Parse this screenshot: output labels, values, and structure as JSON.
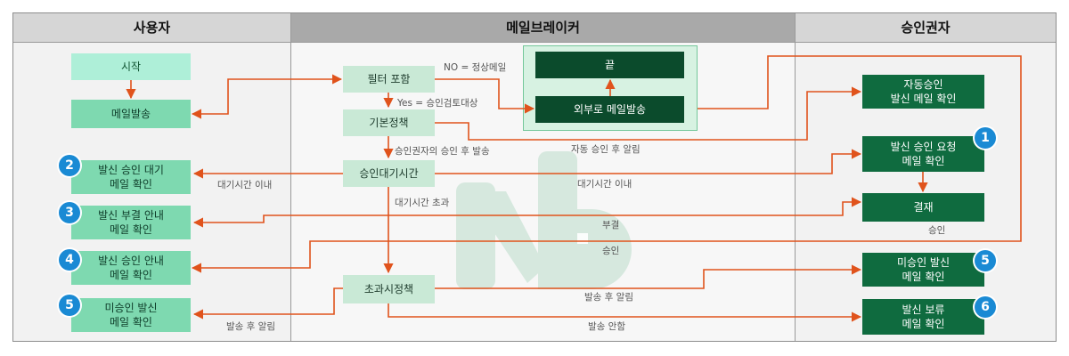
{
  "lanes": {
    "user": "사용자",
    "mailbreaker": "메일브레이커",
    "approver": "승인권자"
  },
  "nodes": {
    "start": "시작",
    "mail_send": "메일발송",
    "filter": "필터 포함",
    "basic_policy": "기본정책",
    "wait": "승인대기시간",
    "timeout_policy": "초과시정책",
    "end": "끝",
    "external_send": "외부로 메일발송",
    "auto_approve": "자동승인\n발신 메일 확인",
    "request": "발신 승인 요청\n메일 확인",
    "decision": "결재",
    "unapproved_app": "미승인 발신\n메일 확인",
    "hold_app": "발신 보류\n메일 확인",
    "user_wait": "발신 승인 대기\n메일 확인",
    "user_reject": "발신 부결 안내\n메일 확인",
    "user_approve": "발신 승인 안내\n메일 확인",
    "user_unapproved": "미승인 발신\n메일 확인"
  },
  "badges": {
    "request": "1",
    "user_wait": "2",
    "user_reject": "3",
    "user_approve": "4",
    "user_unapproved": "5",
    "unapproved_app": "5",
    "hold_app": "6"
  },
  "labels": {
    "no_normal": "NO = 정상메일",
    "yes_target": "Yes = 승인검토대상",
    "after_approval_send": "승인권자의 승인 후 발송",
    "auto_notice": "자동 승인 후 알림",
    "within_wait_left": "대기시간 이내",
    "within_wait_right": "대기시간 이내",
    "wait_exceeded": "대기시간 초과",
    "reject": "부결",
    "approve": "승인",
    "approve_small": "승인",
    "notify_after_send_right": "발송 후 알림",
    "notify_after_send_left": "발송 후 알림",
    "not_sent": "발송 안함"
  },
  "colors": {
    "arrow": "#e0531c",
    "dark_green": "#0f6b3f",
    "mint": "#7ed9b0",
    "badge_blue": "#1a8ad4"
  }
}
